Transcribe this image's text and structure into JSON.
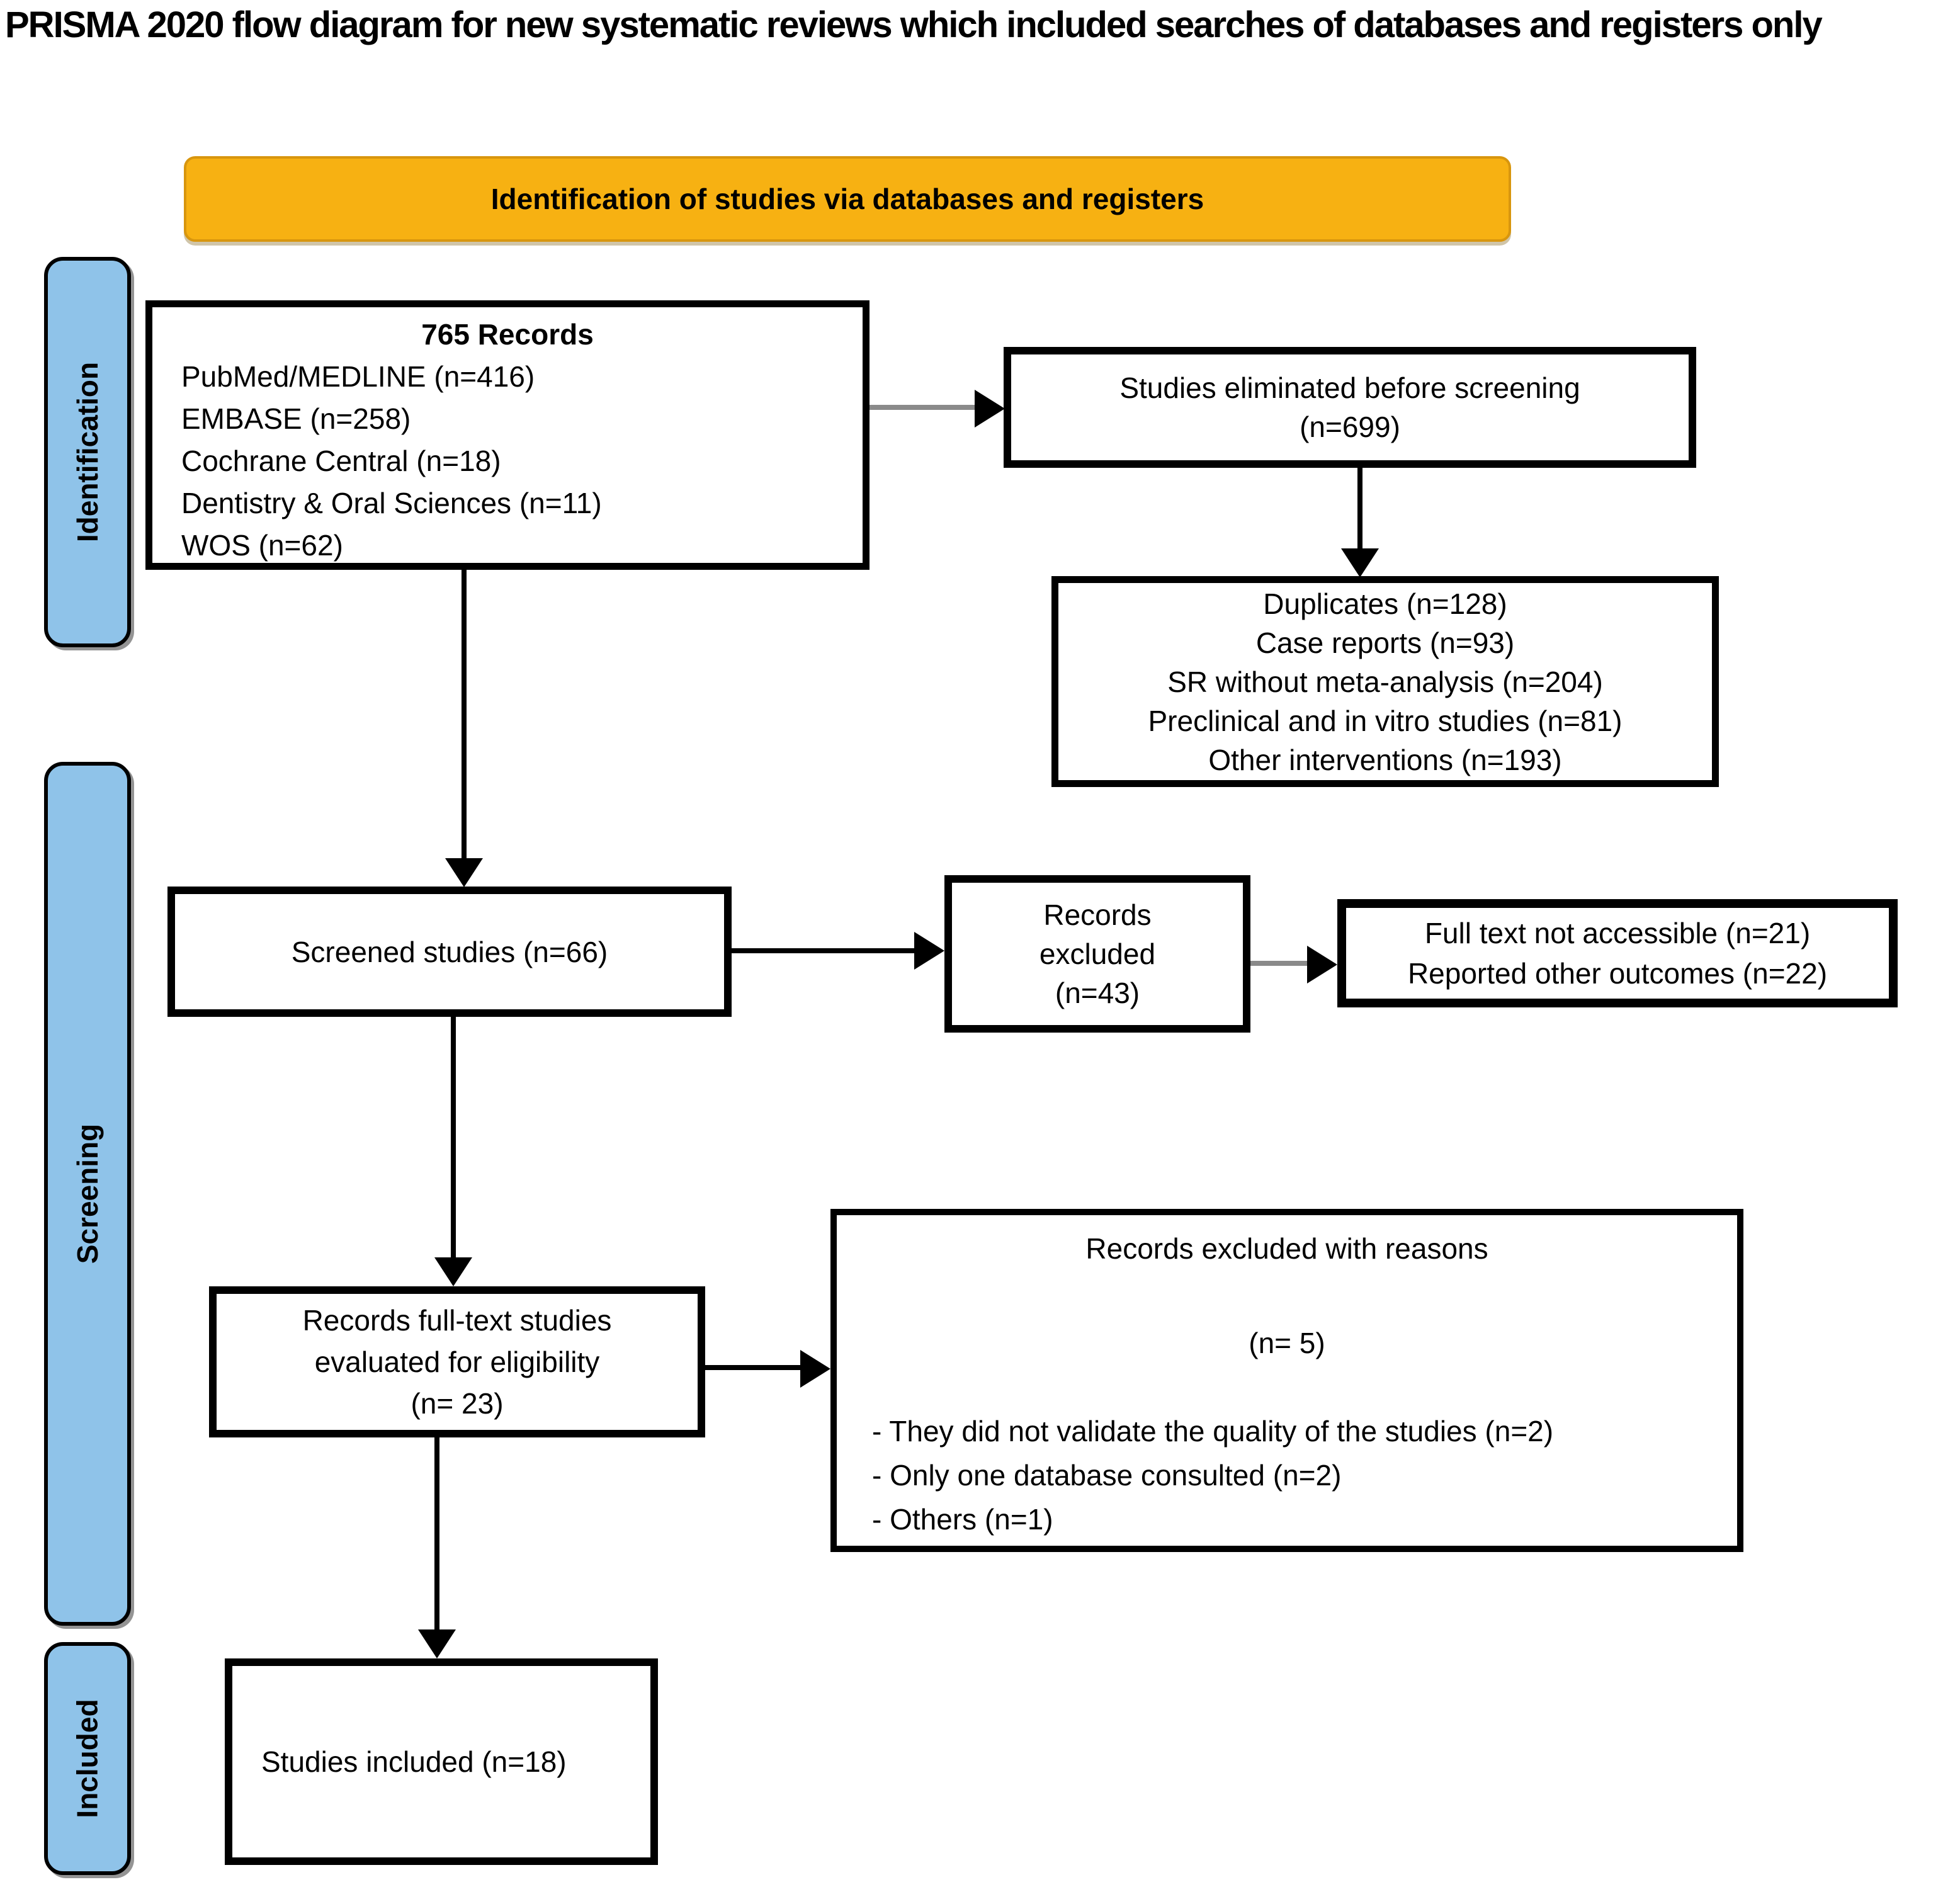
{
  "title": "PRISMA 2020 flow diagram for new systematic reviews which included searches of databases and registers only",
  "header": {
    "label": "Identification of studies via databases and registers",
    "bg_color": "#F7B112"
  },
  "sidebar": {
    "bg_color": "#8FC3E9",
    "stages": [
      {
        "label": "Identification"
      },
      {
        "label": "Screening"
      },
      {
        "label": "Included"
      }
    ]
  },
  "boxes": {
    "records": {
      "title": "765 Records",
      "lines": [
        "PubMed/MEDLINE (n=416)",
        "EMBASE (n=258)",
        "Cochrane Central (n=18)",
        "Dentistry & Oral Sciences (n=11)",
        "WOS (n=62)"
      ]
    },
    "eliminated": {
      "lines": [
        "Studies eliminated before screening",
        "(n=699)"
      ]
    },
    "duplicates": {
      "lines": [
        "Duplicates (n=128)",
        "Case reports (n=93)",
        "SR without meta-analysis (n=204)",
        "Preclinical and in vitro studies (n=81)",
        "Other interventions (n=193)"
      ]
    },
    "screened": {
      "label": "Screened studies (n=66)"
    },
    "excluded": {
      "lines": [
        "Records",
        "excluded",
        "(n=43)"
      ]
    },
    "fulltext": {
      "lines": [
        "Full text not accessible (n=21)",
        "Reported other outcomes (n=22)"
      ]
    },
    "eligibility": {
      "lines": [
        "Records full-text studies",
        "evaluated for eligibility",
        "(n= 23)"
      ]
    },
    "reasons": {
      "title": "Records excluded with reasons",
      "count": "(n= 5)",
      "bullets": [
        "- They did not validate the quality of the studies (n=2)",
        "- Only one database consulted (n=2)",
        "- Others (n=1)"
      ]
    },
    "included": {
      "label": "Studies included (n=18)"
    }
  },
  "colors": {
    "banner_orange": "#F7B112",
    "stage_blue": "#8FC3E9",
    "arrow_gray": "#8a8a8a",
    "line_black": "#000000"
  }
}
